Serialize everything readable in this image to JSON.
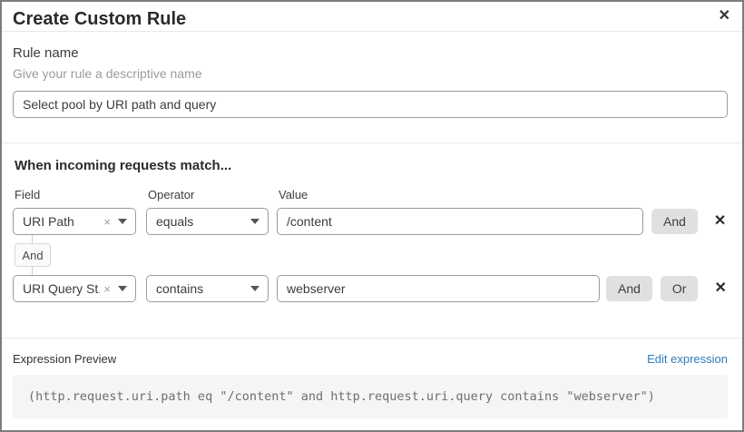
{
  "dialog": {
    "title": "Create Custom Rule"
  },
  "icons": {
    "close": "✕",
    "remove_row": "✕",
    "clear_selection": "×"
  },
  "rule_name": {
    "label": "Rule name",
    "hint": "Give your rule a descriptive name",
    "value": "Select pool by URI path and query"
  },
  "matcher": {
    "heading": "When incoming requests match...",
    "columns": {
      "field": "Field",
      "operator": "Operator",
      "value": "Value"
    },
    "rows": [
      {
        "field": "URI Path",
        "operator": "equals",
        "value": "/content",
        "and_label": "And"
      },
      {
        "field": "URI Query St...",
        "operator": "contains",
        "value": "webserver",
        "and_label": "And",
        "or_label": "Or"
      }
    ],
    "connector_label": "And"
  },
  "expression": {
    "label": "Expression Preview",
    "edit_link": "Edit expression",
    "code": "(http.request.uri.path eq \"/content\" and http.request.uri.query contains \"webserver\")"
  },
  "colors": {
    "link_blue": "#2f7bb8",
    "button_gray": "#e0e0e0",
    "border_gray": "#9c9c9c",
    "code_bg": "#f5f5f5"
  }
}
